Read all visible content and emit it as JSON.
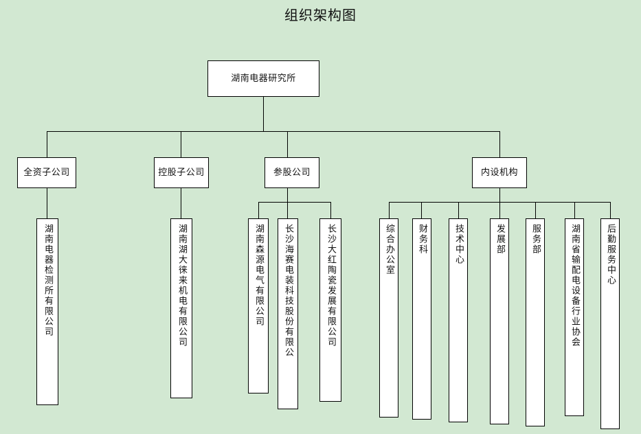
{
  "chart_data": {
    "type": "diagram",
    "title": "组织架构图",
    "diagram_kind": "org-chart",
    "orientation": "top-down",
    "background_color": "#d2e8d2",
    "node_fill": "#ffffff",
    "node_border": "#000000",
    "connector_color": "#000000",
    "root": {
      "label": "湖南电器研究所",
      "children": [
        {
          "label": "全资子公司",
          "children": [
            {
              "label": "湖南电器检测所有限公司"
            }
          ]
        },
        {
          "label": "控股子公司",
          "children": [
            {
              "label": "湖南湖大徕来机电有限公司"
            }
          ]
        },
        {
          "label": "参股公司",
          "children": [
            {
              "label": "湖南森源电气有限公司"
            },
            {
              "label": "长沙海赛电装科技股份有限公"
            },
            {
              "label": "长沙大红陶瓷发展有限公司"
            }
          ]
        },
        {
          "label": "内设机构",
          "children": [
            {
              "label": "综合办公室"
            },
            {
              "label": "财务科"
            },
            {
              "label": "技术中心"
            },
            {
              "label": "发展部"
            },
            {
              "label": "服务部"
            },
            {
              "label": "湖南省输配电设备行业协会"
            },
            {
              "label": "后勤服务中心"
            }
          ]
        }
      ]
    }
  },
  "page": {
    "title": "组织架构图"
  },
  "nodes": {
    "root": "湖南电器研究所",
    "level2": {
      "wholly_owned": "全资子公司",
      "holding": "控股子公司",
      "equity": "参股公司",
      "internal": "内设机构"
    },
    "leaves": {
      "l1": "湖南电器检测所有限公司",
      "l2": "湖南湖大徕来机电有限公司",
      "l3": "湖南森源电气有限公司",
      "l4": "长沙海赛电装科技股份有限公",
      "l5": "长沙大红陶瓷发展有限公司",
      "l6": "综合办公室",
      "l7": "财务科",
      "l8": "技术中心",
      "l9": "发展部",
      "l10": "服务部",
      "l11": "湖南省输配电设备行业协会",
      "l12": "后勤服务中心"
    }
  }
}
